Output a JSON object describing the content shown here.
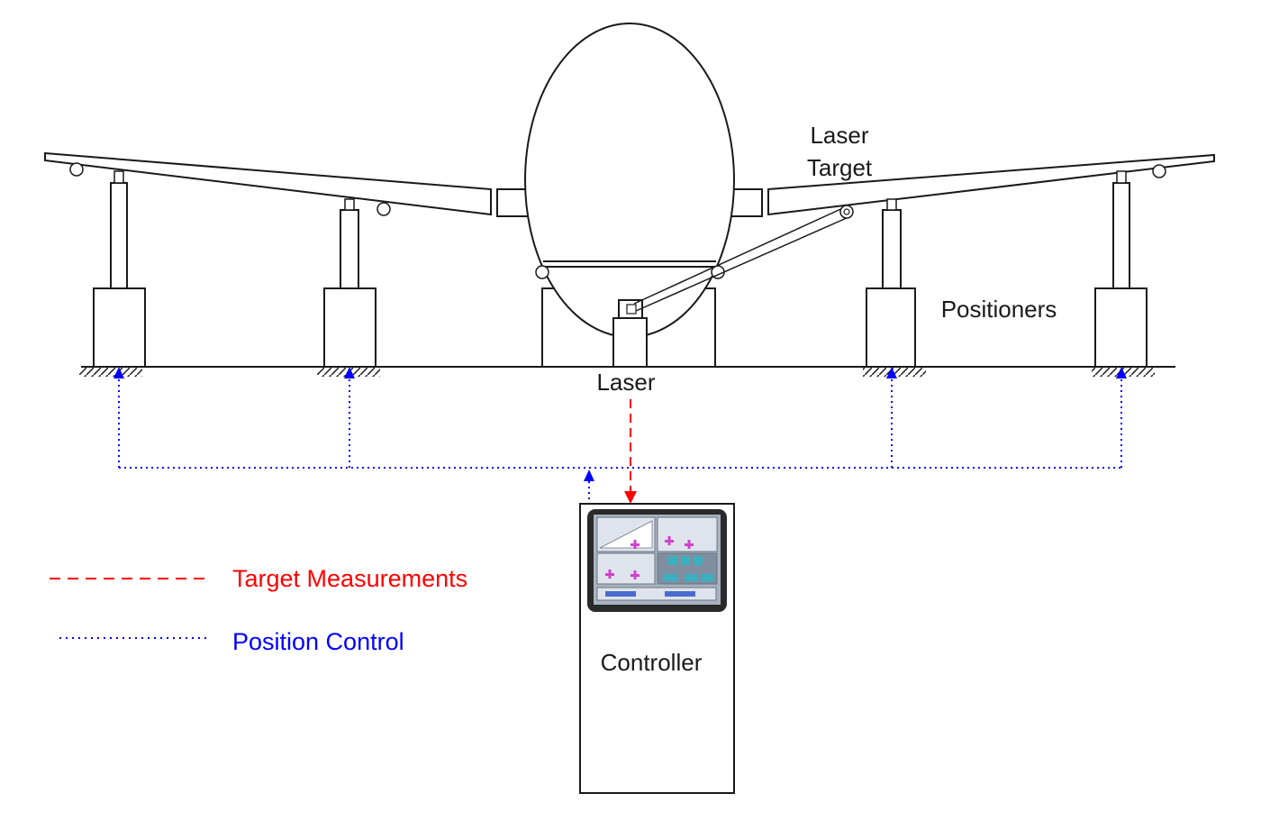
{
  "labels": {
    "laser_target_line1": "Laser",
    "laser_target_line2": "Target",
    "positioners": "Positioners",
    "laser": "Laser",
    "controller": "Controller"
  },
  "legend": {
    "target_measurements": "Target Measurements",
    "position_control": "Position Control"
  },
  "colors": {
    "line": "#1a1a1a",
    "target_measurements": "#ff0000",
    "position_control": "#0000ff",
    "screen_bg": "#a9b3bf",
    "screen_panel": "#dfe4ec",
    "screen_accent": "#d040d0",
    "screen_button": "#3ab0c0"
  }
}
